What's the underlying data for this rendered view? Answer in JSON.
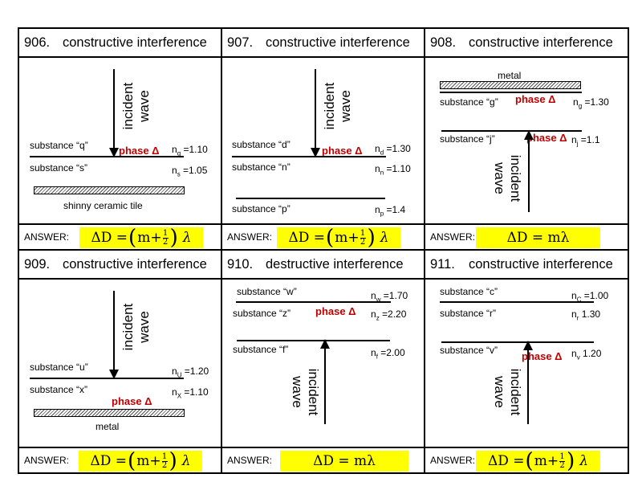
{
  "answer_label": "ANSWER:",
  "incident_wave": [
    "incident",
    "wave"
  ],
  "phase_label": "phase Δ",
  "problems": [
    {
      "number": "906.",
      "title": "constructive interference",
      "substances": [
        "substance “q”",
        "substance “s”"
      ],
      "indices": [
        {
          "n": "n",
          "sub": "q",
          "val": " =1.10"
        },
        {
          "n": "n",
          "sub": "s",
          "val": " =1.05"
        }
      ],
      "material": "shinny ceramic tile",
      "answer": {
        "lhs": "ΔD = ",
        "inner": "m+",
        "num": "1",
        "den": "2",
        "lambda": "λ"
      }
    },
    {
      "number": "907.",
      "title": "constructive interference",
      "substances": [
        "substance “d”",
        "substance “n”",
        "substance “p”"
      ],
      "indices": [
        {
          "n": "n",
          "sub": "d",
          "val": " =1.30"
        },
        {
          "n": "n",
          "sub": "n",
          "val": " =1.10"
        },
        {
          "n": "n",
          "sub": "p",
          "val": " =1.4"
        }
      ],
      "answer": {
        "lhs": "ΔD = ",
        "inner": "m+",
        "num": "1",
        "den": "2",
        "lambda": "λ"
      }
    },
    {
      "number": "908.",
      "title": "constructive interference",
      "material": "metal",
      "substances": [
        "substance “g”",
        "substance “j”"
      ],
      "indices": [
        {
          "n": "n",
          "sub": "g",
          "val": " =1.30"
        },
        {
          "n": "n",
          "sub": "j",
          "val": " =1.1"
        }
      ],
      "answer": {
        "text": "ΔD = mλ"
      }
    },
    {
      "number": "909.",
      "title": "constructive interference",
      "substances": [
        "substance “u”",
        "substance “x”"
      ],
      "indices": [
        {
          "n": "n",
          "sub": "U",
          "val": " =1.20"
        },
        {
          "n": "n",
          "sub": "X",
          "val": " =1.10"
        }
      ],
      "material": "metal",
      "answer": {
        "lhs": "ΔD = ",
        "inner": "m+",
        "num": "1",
        "den": "2",
        "lambda": "λ"
      }
    },
    {
      "number": "910.",
      "title": "destructive interference",
      "substances": [
        "substance “w”",
        "substance “z”",
        "substance “f”"
      ],
      "indices": [
        {
          "n": "n",
          "sub": "w",
          "val": " =1.70"
        },
        {
          "n": "n",
          "sub": "z",
          "val": " =2.20"
        },
        {
          "n": "n",
          "sub": "f",
          "val": " =2.00"
        }
      ],
      "answer": {
        "text": "ΔD = mλ"
      }
    },
    {
      "number": "911.",
      "title": "constructive interference",
      "substances": [
        "substance “c”",
        "substance “r”",
        "substance “v”"
      ],
      "indices": [
        {
          "n": "n",
          "sub": "C",
          "val": " =1.00"
        },
        {
          "n": "n",
          "sub": "r",
          "val": " 1.30"
        },
        {
          "n": "n",
          "sub": "v",
          "val": " 1.20"
        }
      ],
      "answer": {
        "lhs": "ΔD = ",
        "inner": "m+",
        "num": "1",
        "den": "2",
        "lambda": "λ"
      }
    }
  ]
}
